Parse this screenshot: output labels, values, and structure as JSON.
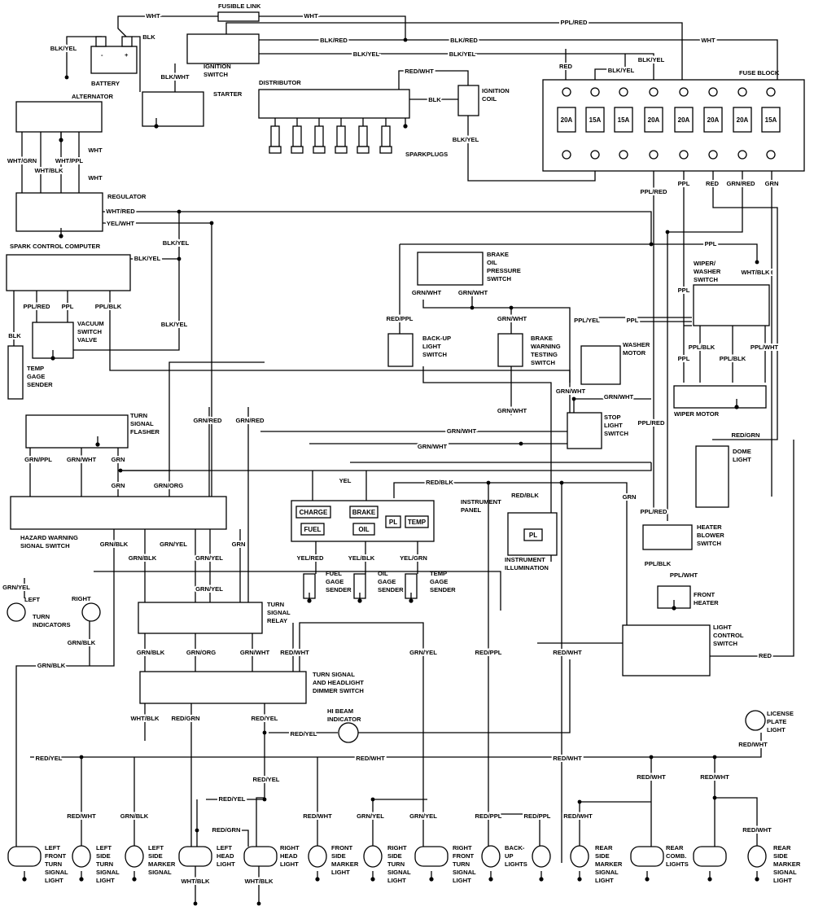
{
  "components": {
    "fusible_link": [
      "FUSIBLE LINK"
    ],
    "battery": [
      "BATTERY"
    ],
    "battery_neg": [
      "-"
    ],
    "battery_pos": [
      "+"
    ],
    "ignition_switch": [
      "IGNITION",
      "SWITCH"
    ],
    "starter": [
      "STARTER"
    ],
    "distributor": [
      "DISTRIBUTOR"
    ],
    "ignition_coil": [
      "IGNITION",
      "COIL"
    ],
    "fuse_block": [
      "FUSE BLOCK"
    ],
    "alternator": [
      "ALTERNATOR"
    ],
    "sparkplugs": [
      "SPARKPLUGS"
    ],
    "regulator": [
      "REGULATOR"
    ],
    "spark_control_computer": [
      "SPARK CONTROL COMPUTER"
    ],
    "vacuum_switch_valve": [
      "VACUUM",
      "SWITCH",
      "VALVE"
    ],
    "temp_gage_sender_left": [
      "TEMP",
      "GAGE",
      "SENDER"
    ],
    "brake_oil_pressure_switch": [
      "BRAKE",
      "OIL",
      "PRESSURE",
      "SWITCH"
    ],
    "backup_light_switch": [
      "BACK-UP",
      "LIGHT",
      "SWITCH"
    ],
    "brake_warning_testing_switch": [
      "BRAKE",
      "WARNING",
      "TESTING",
      "SWITCH"
    ],
    "wiper_washer_switch": [
      "WIPER/",
      "WASHER",
      "SWITCH"
    ],
    "washer_motor": [
      "WASHER",
      "MOTOR"
    ],
    "wiper_motor": [
      "WIPER MOTOR"
    ],
    "stop_light_switch": [
      "STOP",
      "LIGHT",
      "SWITCH"
    ],
    "dome_light": [
      "DOME",
      "LIGHT"
    ],
    "turn_signal_flasher": [
      "TURN",
      "SIGNAL",
      "FLASHER"
    ],
    "instrument_panel": [
      "INSTRUMENT",
      "PANEL"
    ],
    "heater_blower_switch": [
      "HEATER",
      "BLOWER",
      "SWITCH"
    ],
    "front_heater": [
      "FRONT",
      "HEATER"
    ],
    "instrument_illumination": [
      "INSTRUMENT",
      "ILLUMINATION"
    ],
    "hazard_warning_signal_switch": [
      "HAZARD WARNING",
      "SIGNAL SWITCH"
    ],
    "fuel_gage_sender": [
      "FUEL",
      "GAGE",
      "SENDER"
    ],
    "oil_gage_sender": [
      "OIL",
      "GAGE",
      "SENDER"
    ],
    "temp_gage_sender": [
      "TEMP",
      "GAGE",
      "SENDER"
    ],
    "turn_indicators": [
      "LEFT",
      "TURN",
      "INDICATORS",
      "RIGHT"
    ],
    "turn_signal_relay": [
      "TURN",
      "SIGNAL",
      "RELAY"
    ],
    "light_control_switch": [
      "LIGHT",
      "CONTROL",
      "SWITCH"
    ],
    "dimmer_switch": [
      "TURN SIGNAL",
      "AND HEADLIGHT",
      "DIMMER SWITCH"
    ],
    "hi_beam_indicator": [
      "HI BEAM",
      "INDICATOR"
    ],
    "license_plate_light": [
      "LICENSE",
      "PLATE",
      "LIGHT"
    ],
    "left_front_turn_signal_light": [
      "LEFT",
      "FRONT",
      "TURN",
      "SIGNAL",
      "LIGHT"
    ],
    "left_side_turn_signal_light": [
      "LEFT",
      "SIDE",
      "TURN",
      "SIGNAL",
      "LIGHT"
    ],
    "left_side_marker_signal": [
      "LEFT",
      "SIDE",
      "MARKER",
      "SIGNAL"
    ],
    "left_head_light": [
      "LEFT",
      "HEAD",
      "LIGHT"
    ],
    "right_head_light": [
      "RIGHT",
      "HEAD",
      "LIGHT"
    ],
    "front_side_marker_light": [
      "FRONT",
      "SIDE",
      "MARKER",
      "LIGHT"
    ],
    "right_side_turn_signal_light": [
      "RIGHT",
      "SIDE",
      "TURN",
      "SIGNAL",
      "LIGHT"
    ],
    "right_front_turn_signal_light": [
      "RIGHT",
      "FRONT",
      "TURN",
      "SIGNAL",
      "LIGHT"
    ],
    "backup_lights": [
      "BACK-",
      "UP",
      "LIGHTS"
    ],
    "rear_side_marker_signal_light": [
      "REAR",
      "SIDE",
      "MARKER",
      "SIGNAL",
      "LIGHT"
    ],
    "rear_comb_lights": [
      "REAR",
      "COMB.",
      "LIGHTS"
    ],
    "rear_side_marker_signal_light_right": [
      "REAR",
      "SIDE",
      "MARKER",
      "SIGNAL",
      "LIGHT"
    ]
  },
  "panel_indicators": [
    "CHARGE",
    "FUEL",
    "BRAKE",
    "OIL",
    "PL",
    "TEMP",
    "PL"
  ],
  "fuses": [
    "20A",
    "15A",
    "15A",
    "20A",
    "20A",
    "20A",
    "20A",
    "15A"
  ],
  "wire_labels": [
    "WHT",
    "WHT",
    "PPL/RED",
    "BLK/RED",
    "BLK/RED",
    "WHT",
    "BLK/YEL",
    "BLK/YEL",
    "RED/WHT",
    "BLK",
    "BLK/YEL",
    "RED",
    "BLK/YEL",
    "BLK/YEL",
    "BLK/YEL",
    "BLK",
    "BLK/WHT",
    "WHT/GRN",
    "WHT/BLK",
    "WHT/PPL",
    "WHT",
    "WHT",
    "WHT/RED",
    "YEL/WHT",
    "BLK/YEL",
    "BLK/YEL",
    "BLK/YEL",
    "PPL/RED",
    "PPL",
    "PPL/BLK",
    "BLK",
    "PPL/RED",
    "PPL",
    "RED",
    "GRN/RED",
    "GRN",
    "PPL",
    "WHT/BLK",
    "PPL",
    "PPL/YEL",
    "PPL",
    "PPL",
    "PPL/BLK",
    "PPL/BLK",
    "PPL/WHT",
    "GRN/WHT",
    "GRN/WHT",
    "RED/PPL",
    "GRN/WHT",
    "GRN/WHT",
    "GRN/WHT",
    "GRN/WHT",
    "PPL/RED",
    "GRN/WHT",
    "GRN/WHT",
    "RED/GRN",
    "GRN/PPL",
    "GRN/WHT",
    "GRN",
    "GRN",
    "GRN/ORG",
    "GRN/RED",
    "GRN/RED",
    "YEL",
    "RED/BLK",
    "RED/BLK",
    "GRN",
    "PPL/RED",
    "PPL/BLK",
    "PPL/WHT",
    "YEL/RED",
    "YEL/BLK",
    "YEL/GRN",
    "GRN/BLK",
    "GRN/YEL",
    "GRN",
    "GRN/BLK",
    "GRN/YEL",
    "GRN/YEL",
    "GRN/YEL",
    "GRN/BLK",
    "GRN/BLK",
    "GRN/ORG",
    "GRN/WHT",
    "RED/WHT",
    "GRN/YEL",
    "RED/PPL",
    "RED/WHT",
    "RED",
    "GRN/BLK",
    "WHT/BLK",
    "RED/GRN",
    "RED/YEL",
    "RED/YEL",
    "RED/WHT",
    "RED/WHT",
    "RED/WHT",
    "RED/WHT",
    "RED/WHT",
    "RED/YEL",
    "RED/YEL",
    "RED/WHT",
    "GRN/BLK",
    "RED/YEL",
    "RED/GRN",
    "RED/WHT",
    "GRN/YEL",
    "GRN/YEL",
    "RED/PPL",
    "RED/PPL",
    "RED/WHT",
    "RED/WHT",
    "WHT/BLK",
    "WHT/BLK"
  ]
}
